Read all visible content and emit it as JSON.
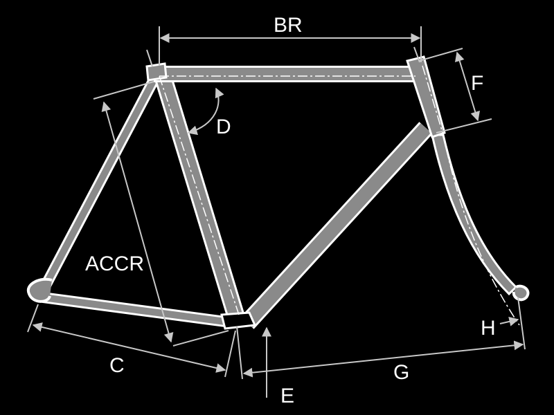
{
  "labels": {
    "br": "BR",
    "f": "F",
    "d": "D",
    "accr": "ACCR",
    "c": "C",
    "e": "E",
    "g": "G",
    "h": "H"
  },
  "colors": {
    "background": "#000000",
    "tube_fill": "#8a8a8a",
    "tube_outline": "#ffffff",
    "dimension_line": "#c8c8c8"
  }
}
